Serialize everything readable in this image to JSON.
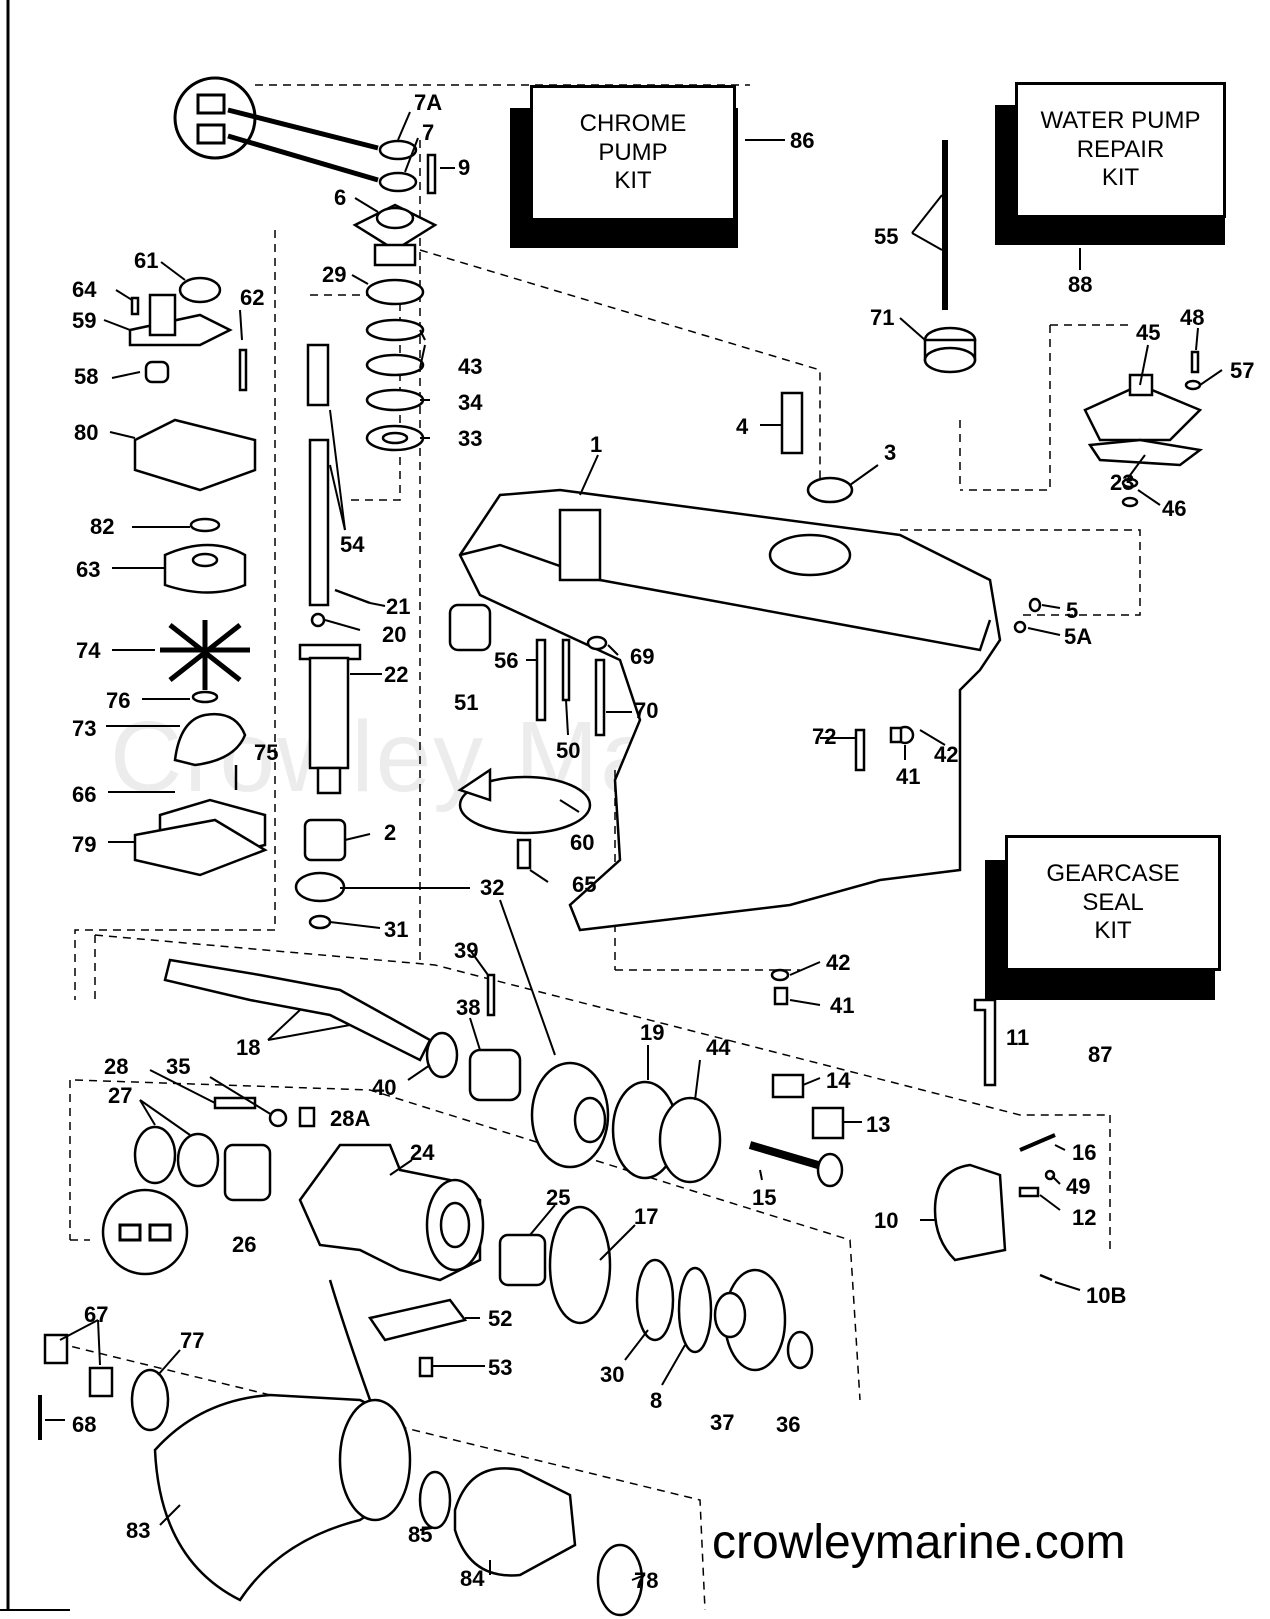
{
  "kits": [
    {
      "id": "chrome-pump-kit",
      "label": "CHROME\nPUMP\nKIT",
      "part": "86"
    },
    {
      "id": "water-pump-repair-kit",
      "label": "WATER PUMP\nREPAIR\nKIT",
      "part": "88"
    },
    {
      "id": "gearcase-seal-kit",
      "label": "GEARCASE\nSEAL\nKIT",
      "part": "87"
    }
  ],
  "callouts": [
    "7A",
    "7",
    "9",
    "6",
    "61",
    "64",
    "59",
    "62",
    "58",
    "80",
    "82",
    "63",
    "74",
    "76",
    "73",
    "75",
    "66",
    "79",
    "29",
    "43",
    "34",
    "33",
    "54",
    "21",
    "20",
    "22",
    "2",
    "32",
    "31",
    "1",
    "4",
    "3",
    "55",
    "71",
    "45",
    "48",
    "57",
    "23",
    "46",
    "5",
    "5A",
    "56",
    "69",
    "51",
    "50",
    "70",
    "72",
    "42",
    "41",
    "60",
    "65",
    "39",
    "38",
    "18",
    "40",
    "19",
    "44",
    "11",
    "14",
    "13",
    "28",
    "35",
    "28A",
    "27",
    "26",
    "24",
    "25",
    "17",
    "15",
    "16",
    "49",
    "12",
    "10",
    "10B",
    "52",
    "53",
    "30",
    "8",
    "37",
    "36",
    "67",
    "77",
    "68",
    "83",
    "85",
    "84",
    "78"
  ],
  "watermark": "Crowley Marine",
  "website": "crowleymarine.com"
}
